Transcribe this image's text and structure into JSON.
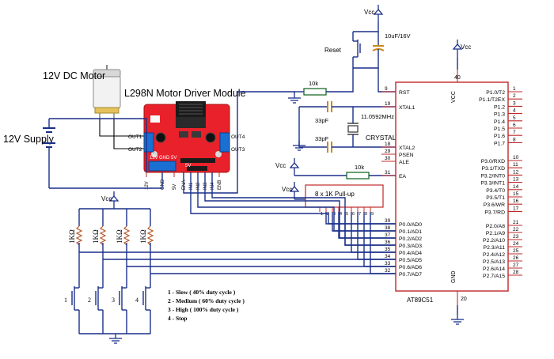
{
  "labels": {
    "motor": "12V DC Motor",
    "module": "L298N Motor Driver Module",
    "supply": "12V Supply",
    "reset": "Reset",
    "cap_reset": "10uF/16V",
    "vcc": "Vcc",
    "r_reset": "10k",
    "r_ea": "10k",
    "cap_xtal1": "33pF",
    "cap_xtal2": "33pF",
    "freq": "11.0592MHz",
    "crystal": "CRYSTAL",
    "pullup": "8 x 1K Pull-up",
    "chip": "AT89C51",
    "r_btn": "1KΩ",
    "btn_1": "1",
    "btn_2": "2",
    "btn_3": "3",
    "btn_4": "4"
  },
  "module_pins": {
    "out1": "OUT1",
    "out2": "OUT2",
    "out3": "OUT3",
    "out4": "OUT4",
    "v12": "12V",
    "gnd": "GND",
    "v5": "5V",
    "bottom": [
      "12V",
      "GND",
      "5V",
      "ENA",
      "IN1",
      "IN2",
      "IN3",
      "IN4",
      "ENB"
    ],
    "board_5v": "5V"
  },
  "legend": [
    "1 - Slow      ( 40% duty cycle )",
    "2 - Medium  ( 60% duty cycle )",
    "3 - High      ( 100% duty cycle )",
    "4 - Stop"
  ],
  "pullup_pins": [
    "1",
    "2",
    "3",
    "4",
    "5",
    "6",
    "7",
    "8",
    "9"
  ],
  "mcu": {
    "vcc_label": "VCC",
    "vcc_pin": "40",
    "gnd_label": "GND",
    "gnd_pin": "20",
    "left_top": [
      {
        "num": "9",
        "name": "RST"
      },
      {
        "num": "19",
        "name": "XTAL1"
      },
      {
        "num": "18",
        "name": "XTAL2"
      },
      {
        "num": "29",
        "name": "PSEN"
      },
      {
        "num": "30",
        "name": "ALE"
      },
      {
        "num": "31",
        "name": "EA"
      }
    ],
    "left_p0": [
      {
        "num": "39",
        "name": "P0.0/AD0"
      },
      {
        "num": "38",
        "name": "P0.1/AD1"
      },
      {
        "num": "37",
        "name": "P0.2/AD2"
      },
      {
        "num": "36",
        "name": "P0.3/AD3"
      },
      {
        "num": "35",
        "name": "P0.4/AD4"
      },
      {
        "num": "34",
        "name": "P0.5/AD5"
      },
      {
        "num": "33",
        "name": "P0.6/AD6"
      },
      {
        "num": "32",
        "name": "P0.7/AD7"
      }
    ],
    "right_p1": [
      {
        "num": "1",
        "name": "P1.0/T2"
      },
      {
        "num": "2",
        "name": "P1.1/T2EX"
      },
      {
        "num": "3",
        "name": "P1.2"
      },
      {
        "num": "4",
        "name": "P1.3"
      },
      {
        "num": "5",
        "name": "P1.4"
      },
      {
        "num": "6",
        "name": "P1.5"
      },
      {
        "num": "7",
        "name": "P1.6"
      },
      {
        "num": "8",
        "name": "P1.7"
      }
    ],
    "right_p3": [
      {
        "num": "10",
        "name": "P3.0/RXD"
      },
      {
        "num": "11",
        "name": "P3.1/TXD"
      },
      {
        "num": "12",
        "name": "P3.2/INT0"
      },
      {
        "num": "13",
        "name": "P3.3/INT1"
      },
      {
        "num": "14",
        "name": "P3.4/T0"
      },
      {
        "num": "15",
        "name": "P3.5/T1"
      },
      {
        "num": "16",
        "name": "P3.6/WR"
      },
      {
        "num": "17",
        "name": "P3.7/RD"
      }
    ],
    "right_p2": [
      {
        "num": "21",
        "name": "P2.0/A8"
      },
      {
        "num": "22",
        "name": "P2.1/A9"
      },
      {
        "num": "23",
        "name": "P2.2/A10"
      },
      {
        "num": "24",
        "name": "P2.3/A11"
      },
      {
        "num": "25",
        "name": "P2.4/A12"
      },
      {
        "num": "26",
        "name": "P2.5/A13"
      },
      {
        "num": "27",
        "name": "P2.6/A14"
      },
      {
        "num": "28",
        "name": "P2.7/A15"
      }
    ]
  },
  "colors": {
    "module_board": "#e8212b",
    "wire_blue": "#1a2f8a",
    "ic_outline": "#c0282a",
    "resistor": "#1d6b2b"
  }
}
